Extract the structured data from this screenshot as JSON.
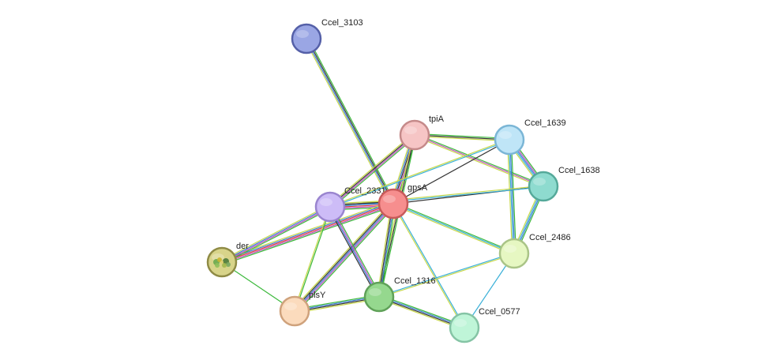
{
  "network": {
    "nodes": [
      {
        "id": "Ccel_3103",
        "label": "Ccel_3103",
        "fill": "#9aa6e4",
        "stroke": "#5560a8"
      },
      {
        "id": "tpiA",
        "label": "tpiA",
        "fill": "#f6c5c5",
        "stroke": "#c58a8a"
      },
      {
        "id": "Ccel_1639",
        "label": "Ccel_1639",
        "fill": "#bfe5f7",
        "stroke": "#7bb6d6"
      },
      {
        "id": "Ccel_1638",
        "label": "Ccel_1638",
        "fill": "#8edbcf",
        "stroke": "#55a99a"
      },
      {
        "id": "Ccel_2331",
        "label": "Ccel_2331",
        "fill": "#cdbcf7",
        "stroke": "#9a85cf"
      },
      {
        "id": "gpsA",
        "label": "gpsA",
        "fill": "#f68e8e",
        "stroke": "#c85a5a"
      },
      {
        "id": "der",
        "label": "der",
        "fill": "#d8d48a",
        "stroke": "#8f8b45",
        "icon": "protein-structure-icon"
      },
      {
        "id": "Ccel_2486",
        "label": "Ccel_2486",
        "fill": "#e6f7c2",
        "stroke": "#aac487"
      },
      {
        "id": "plsY",
        "label": "plsY",
        "fill": "#fbdbbd",
        "stroke": "#cfa27c"
      },
      {
        "id": "Ccel_1316",
        "label": "Ccel_1316",
        "fill": "#95d88e",
        "stroke": "#5fa158"
      },
      {
        "id": "Ccel_0577",
        "label": "Ccel_0577",
        "fill": "#bff5d8",
        "stroke": "#85c4a5"
      }
    ],
    "edge_colors": {
      "green": "#3cb93c",
      "yellow": "#c8d84a",
      "black": "#333333",
      "blue": "#3a7bd5",
      "purple": "#c050c0",
      "cyan": "#3ab0d8",
      "red": "#e04040"
    },
    "edges": [
      {
        "a": "Ccel_3103",
        "b": "gpsA",
        "evidence": [
          "green",
          "black",
          "blue",
          "yellow"
        ]
      },
      {
        "a": "tpiA",
        "b": "gpsA",
        "evidence": [
          "green",
          "purple",
          "black",
          "blue",
          "yellow"
        ]
      },
      {
        "a": "tpiA",
        "b": "Ccel_2331",
        "evidence": [
          "green",
          "purple",
          "black",
          "yellow"
        ]
      },
      {
        "a": "tpiA",
        "b": "Ccel_1639",
        "evidence": [
          "green",
          "black",
          "yellow"
        ]
      },
      {
        "a": "tpiA",
        "b": "Ccel_1638",
        "evidence": [
          "green",
          "purple",
          "yellow"
        ]
      },
      {
        "a": "tpiA",
        "b": "Ccel_1316",
        "evidence": [
          "green",
          "black",
          "yellow"
        ]
      },
      {
        "a": "Ccel_1639",
        "b": "Ccel_1638",
        "evidence": [
          "green",
          "purple",
          "blue",
          "cyan",
          "yellow"
        ]
      },
      {
        "a": "Ccel_1639",
        "b": "Ccel_2486",
        "evidence": [
          "green",
          "blue",
          "cyan",
          "yellow"
        ]
      },
      {
        "a": "Ccel_1639",
        "b": "gpsA",
        "evidence": [
          "black"
        ]
      },
      {
        "a": "Ccel_1639",
        "b": "Ccel_2331",
        "evidence": [
          "cyan",
          "yellow"
        ]
      },
      {
        "a": "Ccel_1638",
        "b": "Ccel_2486",
        "evidence": [
          "green",
          "blue",
          "cyan",
          "yellow"
        ]
      },
      {
        "a": "Ccel_1638",
        "b": "gpsA",
        "evidence": [
          "black"
        ]
      },
      {
        "a": "Ccel_1638",
        "b": "Ccel_2331",
        "evidence": [
          "cyan",
          "yellow"
        ]
      },
      {
        "a": "gpsA",
        "b": "Ccel_2331",
        "evidence": [
          "green",
          "purple",
          "red",
          "blue",
          "black",
          "yellow"
        ]
      },
      {
        "a": "gpsA",
        "b": "der",
        "evidence": [
          "green",
          "purple",
          "red",
          "blue",
          "yellow"
        ]
      },
      {
        "a": "gpsA",
        "b": "plsY",
        "evidence": [
          "green",
          "purple",
          "blue",
          "black",
          "yellow"
        ]
      },
      {
        "a": "gpsA",
        "b": "Ccel_1316",
        "evidence": [
          "green",
          "blue",
          "black",
          "yellow"
        ]
      },
      {
        "a": "gpsA",
        "b": "Ccel_2486",
        "evidence": [
          "green",
          "cyan",
          "yellow"
        ]
      },
      {
        "a": "gpsA",
        "b": "Ccel_0577",
        "evidence": [
          "cyan",
          "yellow"
        ]
      },
      {
        "a": "Ccel_2331",
        "b": "der",
        "evidence": [
          "green",
          "purple",
          "blue",
          "yellow"
        ]
      },
      {
        "a": "Ccel_2331",
        "b": "plsY",
        "evidence": [
          "green",
          "yellow"
        ]
      },
      {
        "a": "Ccel_2331",
        "b": "Ccel_1316",
        "evidence": [
          "green",
          "purple",
          "blue",
          "black"
        ]
      },
      {
        "a": "der",
        "b": "plsY",
        "evidence": [
          "green"
        ]
      },
      {
        "a": "plsY",
        "b": "Ccel_1316",
        "evidence": [
          "green",
          "blue",
          "black",
          "yellow"
        ]
      },
      {
        "a": "Ccel_1316",
        "b": "Ccel_0577",
        "evidence": [
          "green",
          "blue",
          "black",
          "yellow"
        ]
      },
      {
        "a": "Ccel_1316",
        "b": "Ccel_2486",
        "evidence": [
          "cyan",
          "yellow"
        ]
      },
      {
        "a": "Ccel_2486",
        "b": "Ccel_0577",
        "evidence": [
          "cyan"
        ]
      }
    ]
  }
}
